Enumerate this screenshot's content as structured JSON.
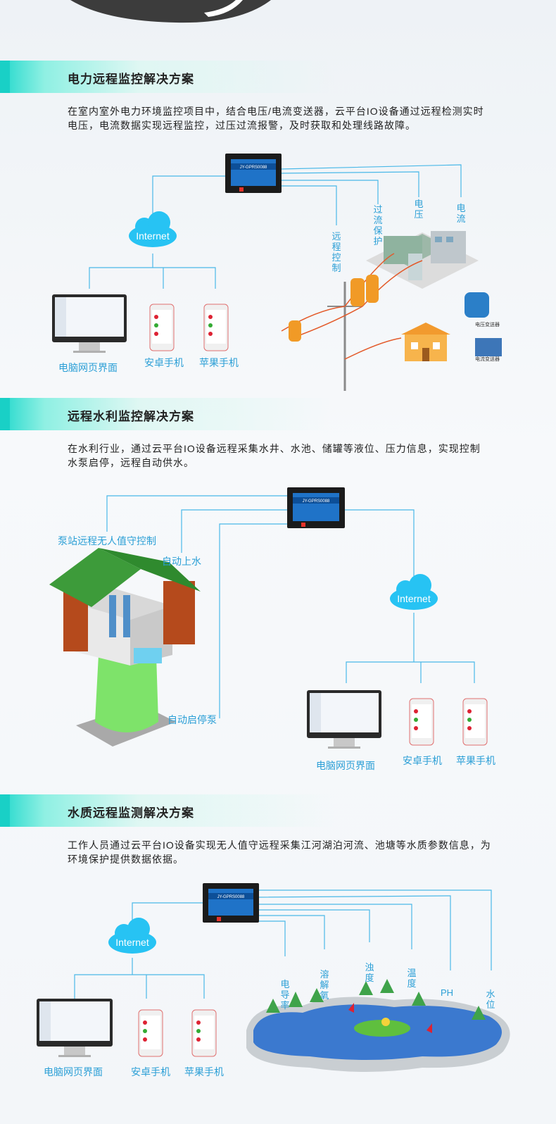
{
  "colors": {
    "accent": "#19d0c6",
    "line": "#4ab8e8",
    "label": "#2b9fd6",
    "cloud": "#27c3f3"
  },
  "sections": [
    {
      "title": "电力远程监控解决方案",
      "text": "在室内室外电力环境监控项目中，结合电压/电流变送器，云平台IO设备通过远程检测实时电压，电流数据实现远程监控，过压过流报警，及时获取和处理线路故障。",
      "device_label": "JY-GPRS0088",
      "cloud": "Internet",
      "clients": [
        "电脑网页界面",
        "安卓手机",
        "苹果手机"
      ],
      "signals": [
        "远程控制",
        "过流保护",
        "电压",
        "电流"
      ],
      "sensors": [
        "电压变送器",
        "电流变送器"
      ]
    },
    {
      "title": "远程水利监控解决方案",
      "text": "在水利行业，通过云平台IO设备远程采集水井、水池、储罐等液位、压力信息，实现控制水泵启停，远程自动供水。",
      "device_label": "JY-GPRS0088",
      "cloud": "Internet",
      "clients": [
        "电脑网页界面",
        "安卓手机",
        "苹果手机"
      ],
      "signals": [
        "泵站远程无人值守控制",
        "自动上水",
        "自动启停泵"
      ]
    },
    {
      "title": "水质远程监测解决方案",
      "text": "工作人员通过云平台IO设备实现无人值守远程采集江河湖泊河流、池塘等水质参数信息，为环境保护提供数据依据。",
      "device_label": "JY-GPRS0088",
      "cloud": "Internet",
      "clients": [
        "电脑网页界面",
        "安卓手机",
        "苹果手机"
      ],
      "signals": [
        "电导率",
        "溶解氧",
        "浊度",
        "温度",
        "PH",
        "水位"
      ]
    }
  ]
}
